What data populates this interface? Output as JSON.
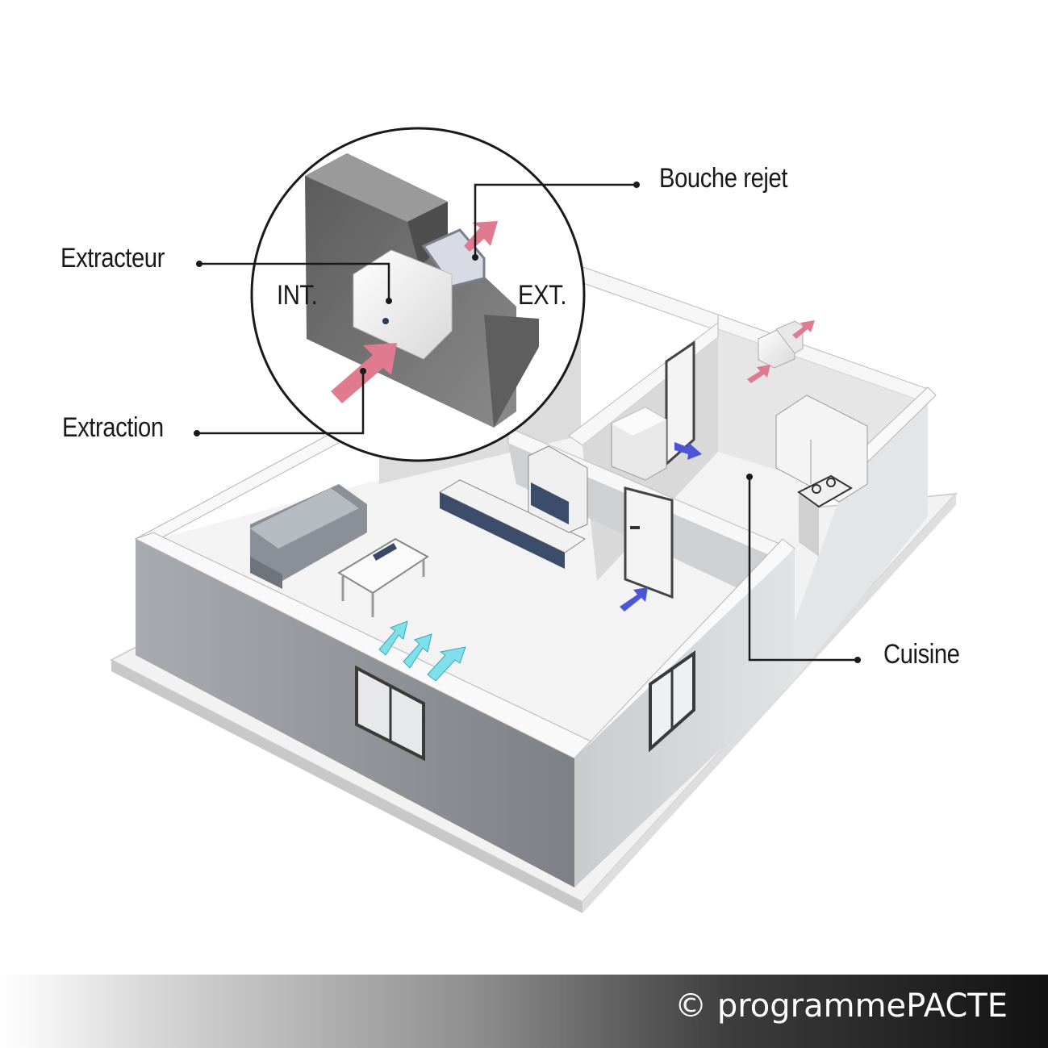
{
  "labels": {
    "bouche_rejet": "Bouche rejet",
    "extracteur": "Extracteur",
    "extraction": "Extraction",
    "cuisine": "Cuisine",
    "int": "INT.",
    "ext": "EXT."
  },
  "footer": {
    "copyright": "© programmePACTE"
  },
  "colors": {
    "exhaust_arrow": "#e07a8e",
    "intake_arrow": "#7fe0ec",
    "transfer_arrow": "#4a56d6",
    "wall_exterior": "#8d9096",
    "wall_top": "#f4f4f4",
    "floor": "#f0f0f0",
    "concrete": "#6e6e6e"
  },
  "icons": {
    "extractor_unit": "extractor-fan-icon",
    "sofa": "sofa-icon",
    "table": "coffee-table-icon",
    "stove": "stove-icon"
  }
}
